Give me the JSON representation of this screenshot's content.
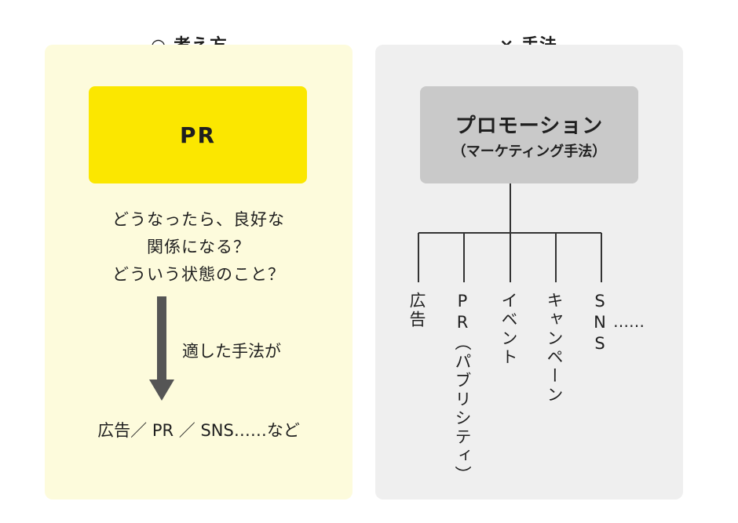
{
  "left": {
    "title": "○ 考え方",
    "box_label": "PR",
    "question_lines": [
      "どうなったら、良好な",
      "関係になる？",
      "どういう状態のこと？"
    ],
    "arrow_label": "適した手法が",
    "methods": "広告／ PR ／ SNS……など"
  },
  "right": {
    "title": "× 手法",
    "box_title": "プロモーション",
    "box_subtitle": "（マーケティング手法）",
    "branches": [
      "広告",
      "PR（パブリシティ）",
      "イベント",
      "キャンペーン",
      "SNS"
    ],
    "ellipsis": "……"
  },
  "colors": {
    "left_panel": "#fdfbdc",
    "pr_box": "#fbe700",
    "right_panel": "#efefef",
    "promo_box": "#c9c9c9",
    "arrow": "#555555"
  }
}
